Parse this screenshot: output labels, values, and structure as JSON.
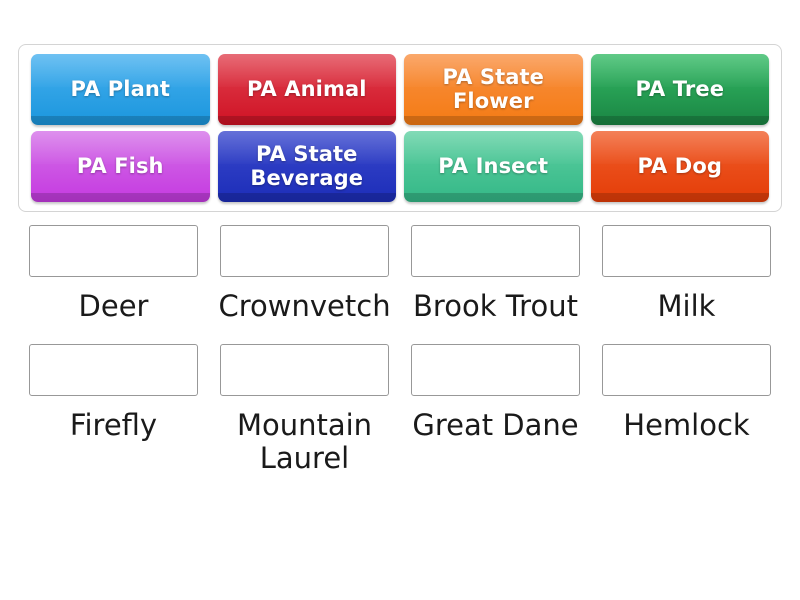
{
  "activity": {
    "type": "match-up-drag-and-drop",
    "background_color": "#ffffff"
  },
  "tile_tray": {
    "border_color": "#d4d4d4",
    "tiles": [
      {
        "label": "PA Plant",
        "color_top": "#46b0ef",
        "color_bottom": "#1b96dd",
        "text_color": "#ffffff"
      },
      {
        "label": "PA Animal",
        "color_top": "#e14250",
        "color_bottom": "#cf1224",
        "text_color": "#ffffff"
      },
      {
        "label": "PA State Flower",
        "color_top": "#f99042",
        "color_bottom": "#f47b14",
        "text_color": "#ffffff"
      },
      {
        "label": "PA Tree",
        "color_top": "#34bb66",
        "color_bottom": "#1a8543",
        "text_color": "#ffffff"
      },
      {
        "label": "PA Fish",
        "color_top": "#d471e8",
        "color_bottom": "#c53ae0",
        "text_color": "#ffffff"
      },
      {
        "label": "PA State Beverage",
        "color_top": "#3a49cd",
        "color_bottom": "#1c2db8",
        "text_color": "#ffffff"
      },
      {
        "label": "PA Insect",
        "color_top": "#5fd0a2",
        "color_bottom": "#34b887",
        "text_color": "#ffffff"
      },
      {
        "label": "PA Dog",
        "color_top": "#f05d2a",
        "color_bottom": "#e43d08",
        "text_color": "#ffffff"
      }
    ]
  },
  "answers": {
    "drop_box": {
      "value": "",
      "placeholder": "",
      "border_color": "#989898",
      "fill_color": "#ffffff"
    },
    "rows": [
      [
        {
          "label": "Deer",
          "drop_value": ""
        },
        {
          "label": "Crownvetch",
          "drop_value": ""
        },
        {
          "label": "Brook Trout",
          "drop_value": ""
        },
        {
          "label": "Milk",
          "drop_value": ""
        }
      ],
      [
        {
          "label": "Firefly",
          "drop_value": ""
        },
        {
          "label": "Mountain Laurel",
          "drop_value": ""
        },
        {
          "label": "Great Dane",
          "drop_value": ""
        },
        {
          "label": "Hemlock",
          "drop_value": ""
        }
      ]
    ]
  }
}
